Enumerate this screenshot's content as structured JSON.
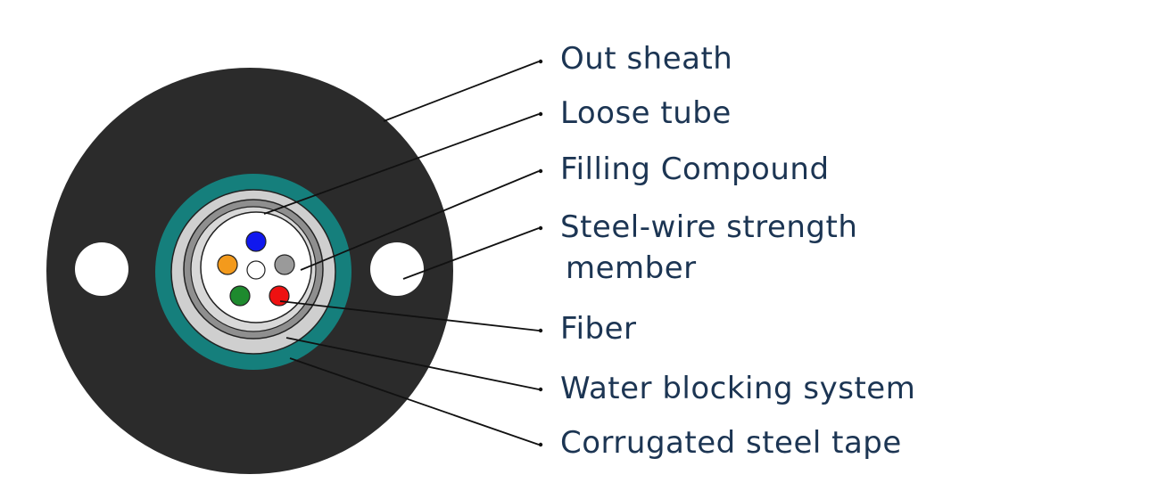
{
  "diagram": {
    "labels": {
      "out_sheath": "Out sheath",
      "loose_tube": "Loose tube",
      "filling_compound": "Filling Compound",
      "strength_member_line1": "Steel-wire strength",
      "strength_member_line2": "member",
      "fiber": "Fiber",
      "water_blocking": "Water blocking system",
      "corrugated_tape": "Corrugated steel tape"
    },
    "colors": {
      "out_sheath": "#2b2b2b",
      "corrugated_tape": "#157f7c",
      "water_blocking": "#cfcfcf",
      "loose_tube": "#8f8f8f",
      "filling_compound": "#ffffff",
      "label_text": "#1c3553",
      "fiber_blue": "#1018ee",
      "fiber_orange": "#f39a1c",
      "fiber_gray": "#9a9a9a",
      "fiber_green": "#1e8a2e",
      "fiber_red": "#ee1111",
      "fiber_white": "#ffffff"
    }
  }
}
